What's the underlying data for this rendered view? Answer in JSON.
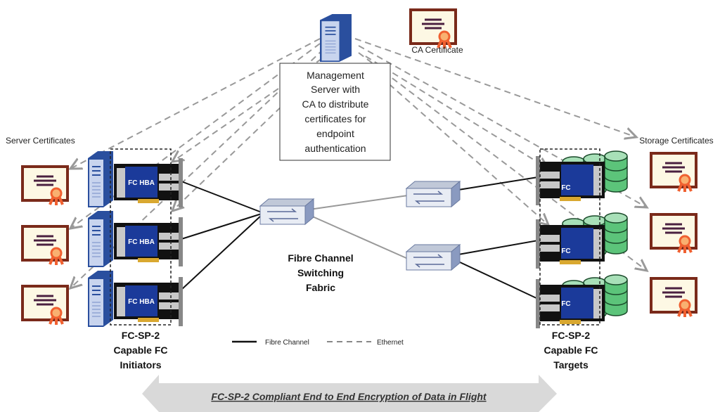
{
  "management_server": {
    "lines": [
      "Management",
      "Server with",
      "CA to distribute",
      "certificates for",
      "endpoint",
      "authentication"
    ]
  },
  "ca_certificate_label": "CA Certificate",
  "server_certificates_label": "Server Certificates",
  "storage_certificates_label": "Storage Certificates",
  "hba_label": "FC HBA",
  "target_card_label": "FC",
  "initiators": {
    "lines": [
      "FC-SP-2",
      "Capable FC",
      "Initiators"
    ]
  },
  "targets": {
    "lines": [
      "FC-SP-2",
      "Capable FC",
      "Targets"
    ]
  },
  "fabric": {
    "lines": [
      "Fibre Channel",
      "Switching",
      "Fabric"
    ]
  },
  "legend": {
    "fibre_channel": "Fibre Channel",
    "ethernet": "Ethernet"
  },
  "banner": "FC-SP-2 Compliant End to End Encryption of Data in Flight",
  "colors": {
    "server_blue": "#2a4f9e",
    "card_blue": "#1b3a9a",
    "cert_border": "#7a2a1a",
    "cert_fill": "#fdf8e4",
    "ribbon": "#f06030",
    "disk_green": "#5cc47a",
    "banner_gray": "#d9d9d9"
  }
}
